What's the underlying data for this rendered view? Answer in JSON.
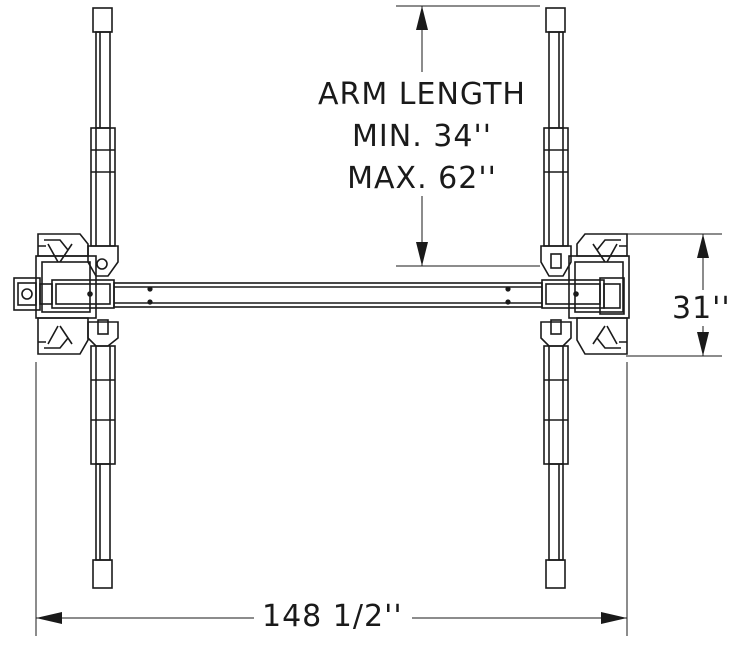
{
  "dimensions": {
    "arm_length": {
      "title": "ARM LENGTH",
      "min": "MIN. 34''",
      "max": "MAX. 62''"
    },
    "column_depth": "31''",
    "overall_width": "148 1/2''"
  },
  "colors": {
    "line": "#1a1a1a",
    "background": "#ffffff"
  }
}
